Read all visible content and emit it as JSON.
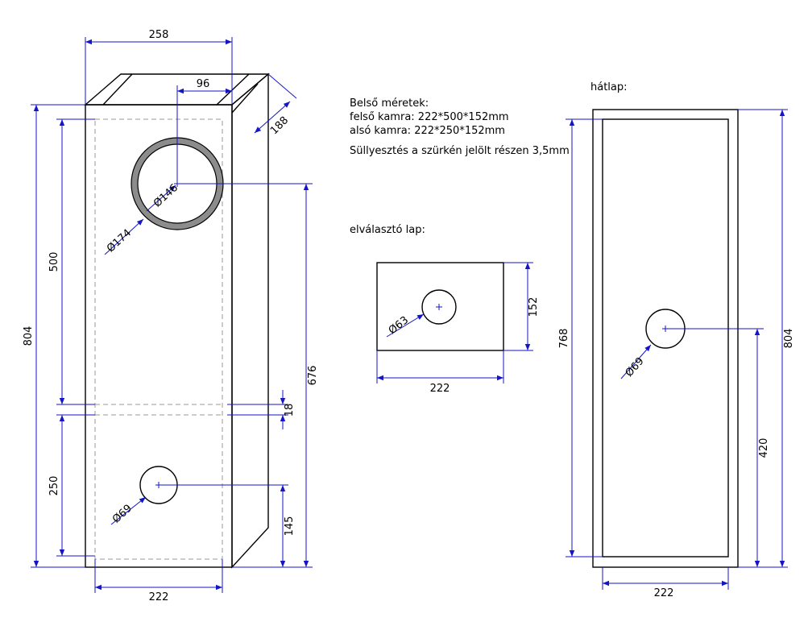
{
  "notes": {
    "inner_title": "Belső méretek:",
    "upper_chamber": "felső kamra: 222*500*152mm",
    "lower_chamber": "alsó kamra: 222*250*152mm",
    "recess": "Süllyesztés a szürkén jelölt részen 3,5mm",
    "divider_title": "elválasztó lap:",
    "back_title": "hátlap:"
  },
  "dimensions": {
    "top_width": "258",
    "woofer_offset": "96",
    "depth": "188",
    "total_height_left": "804",
    "upper_height": "500",
    "lower_height": "250",
    "woofer_diameter": "Ø146",
    "recess_diameter": "Ø174",
    "woofer_center_height": "676",
    "divider_thickness": "18",
    "port_diameter": "Ø69",
    "port_height": "145",
    "inner_width": "222",
    "divider_port": "Ø63",
    "divider_depth": "152",
    "divider_width": "222",
    "back_inner_height": "768",
    "back_port": "Ø69",
    "back_port_height": "420",
    "back_total_height": "804",
    "back_width": "222"
  },
  "colors": {
    "dimension": "#1515c8",
    "outline": "#000000",
    "hidden_line": "#9a9a9a",
    "recess_ring": "#8c8c8c"
  }
}
